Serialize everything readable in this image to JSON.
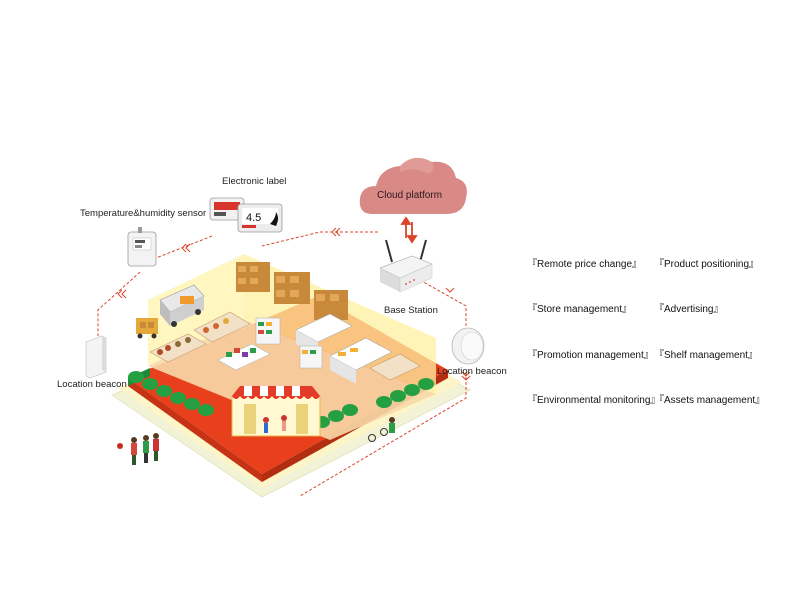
{
  "labels": {
    "cloud_platform": "Cloud platform",
    "electronic_label": "Electronic label",
    "temp_sensor": "Temperature&humidity sensor",
    "base_station": "Base Station",
    "location_beacon_left": "Location beacon",
    "location_beacon_right": "Location beacon"
  },
  "features": [
    "『Remote price change』",
    "『Product positioning』",
    "『Store management』",
    "『Advertising』",
    "『Promotion management』",
    "『Shelf management』",
    "『Environmental monitoring』",
    "『Assets management』"
  ],
  "label_screen": {
    "price": "4.5"
  },
  "colors": {
    "cloud": "#d98a86",
    "link_line": "#d9442b",
    "floor_red": "#e8401c",
    "floor_yellow": "#fdf6c2",
    "store_wall": "#fff3b0",
    "hedge_green": "#1e8b3a",
    "awning_red": "#e23b2a"
  }
}
